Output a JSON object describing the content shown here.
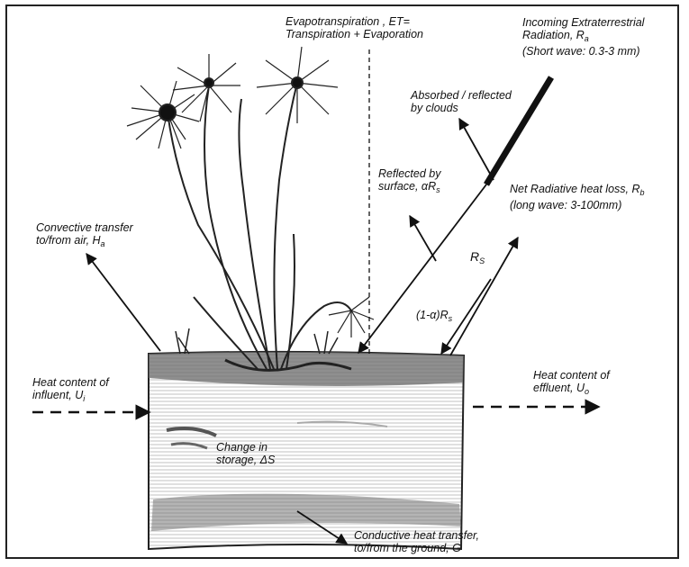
{
  "labels": {
    "et_line1": "Evapotranspiration , ET=",
    "et_line2": "Transpiration   + Evaporation",
    "incoming_line1": "Incoming Extraterrestrial",
    "incoming_line2": "Radiation, R",
    "incoming_sub": "a",
    "incoming_line3": "(Short wave: 0.3-3 mm)",
    "clouds_line1": "Absorbed / reflected",
    "clouds_line2": "by clouds",
    "reflected_line1": "Reflected by",
    "reflected_line2": "surface, αR",
    "reflected_sub": "s",
    "netrad_line1": "Net Radiative heat loss, R",
    "netrad_sub": "b",
    "netrad_line2": "(long wave: 3-100mm)",
    "rs_main": "R",
    "rs_sub": "S",
    "absorbed_main": "(1-α)R",
    "absorbed_sub": "s",
    "convective_line1": "Convective transfer",
    "convective_line2": "to/from air, H",
    "convective_sub": "a",
    "influent_line1": "Heat content of",
    "influent_line2": "influent, U",
    "influent_sub": "i",
    "effluent_line1": "Heat content of",
    "effluent_line2": "effluent, U",
    "effluent_sub": "o",
    "storage_line1": "Change in",
    "storage_line2": "storage, ΔS",
    "ground_line1": "Conductive  heat transfer,",
    "ground_line2": "to/from the ground, G"
  },
  "colors": {
    "ink": "#111111",
    "soil": "#3a3a3a"
  },
  "icons": {
    "plant": "papyrus-plant-icon"
  }
}
